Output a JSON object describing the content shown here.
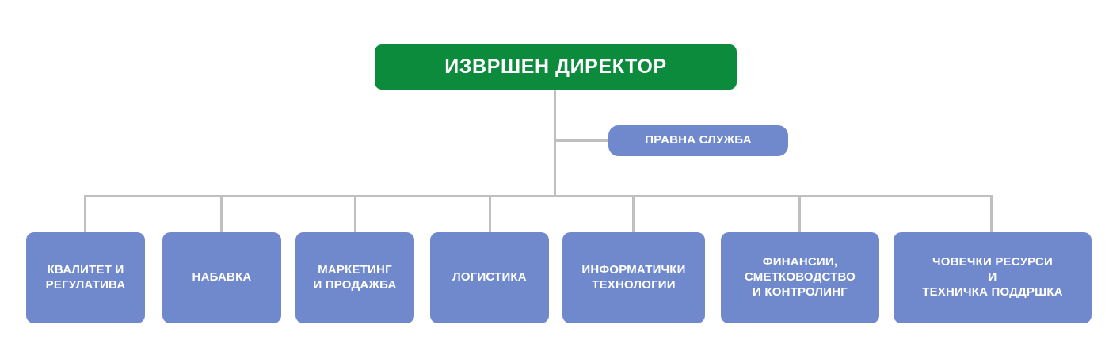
{
  "colors": {
    "ceo_fill": "#0d8b3d",
    "unit_fill": "#7089cc",
    "connector": "#bfbfbf",
    "text": "#ffffff",
    "background": "#ffffff"
  },
  "org_chart": {
    "type": "organization-chart",
    "root": {
      "label": "ИЗВРШЕН ДИРЕКТОР",
      "level": 0
    },
    "staff": [
      {
        "label": "ПРАВНА СЛУЖБА",
        "level": 1,
        "attachment": "side-branch"
      }
    ],
    "units": [
      {
        "label": "КВАЛИТЕТ И\nРЕГУЛАТИВА",
        "level": 2
      },
      {
        "label": "НАБАВКА",
        "level": 2
      },
      {
        "label": "МАРКЕТИНГ\nИ ПРОДАЖБА",
        "level": 2
      },
      {
        "label": "ЛОГИСТИКА",
        "level": 2
      },
      {
        "label": "ИНФОРМАТИЧКИ\nТЕХНОЛОГИИ",
        "level": 2
      },
      {
        "label": "ФИНАНСИИ,\nСМЕТКОВОДСТВО\nИ КОНТРОЛИНГ",
        "level": 2
      },
      {
        "label": "ЧОВЕЧКИ РЕСУРСИ\nИ\nТЕХНИЧКА ПОДДРШКА",
        "level": 2
      }
    ]
  }
}
